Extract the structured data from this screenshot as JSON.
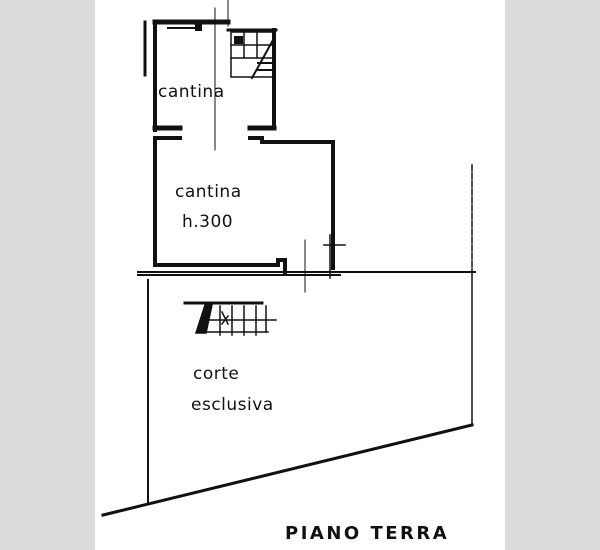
{
  "plan": {
    "title": "PIANO TERRA",
    "rooms": [
      {
        "id": "cantina-upper",
        "name": "cantina"
      },
      {
        "id": "cantina-lower",
        "name": "cantina",
        "height": "h.300"
      },
      {
        "id": "corte",
        "name_line1": "corte",
        "name_line2": "esclusiva"
      }
    ]
  },
  "colors": {
    "background": "#dcdcdc",
    "sheet": "#ffffff",
    "ink": "#111111"
  }
}
